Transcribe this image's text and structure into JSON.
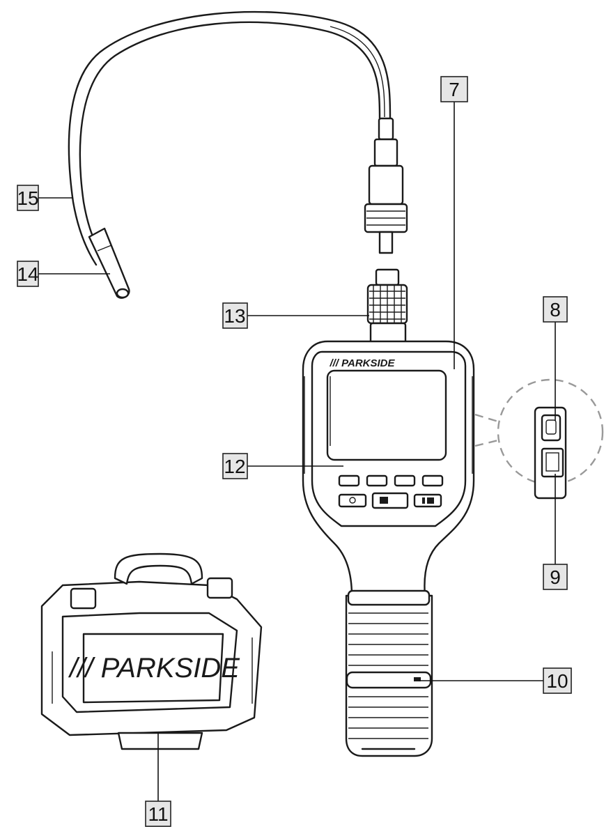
{
  "brand": {
    "device_logo": "/// PARKSIDE",
    "case_logo": "/// PARKSIDE"
  },
  "callouts": [
    {
      "id": "15",
      "label": "15",
      "part": "cable"
    },
    {
      "id": "14",
      "label": "14",
      "part": "camera-head"
    },
    {
      "id": "13",
      "label": "13",
      "part": "connector-socket"
    },
    {
      "id": "12",
      "label": "12",
      "part": "display"
    },
    {
      "id": "7",
      "label": "7",
      "part": "housing"
    },
    {
      "id": "8",
      "label": "8",
      "part": "usb-port"
    },
    {
      "id": "9",
      "label": "9",
      "part": "card-slot"
    },
    {
      "id": "10",
      "label": "10",
      "part": "battery-compartment"
    },
    {
      "id": "11",
      "label": "11",
      "part": "carrying-case"
    }
  ],
  "colors": {
    "line": "#1a1a1a",
    "label_fill": "#e6e6e6",
    "detail_circle": "#999999"
  }
}
